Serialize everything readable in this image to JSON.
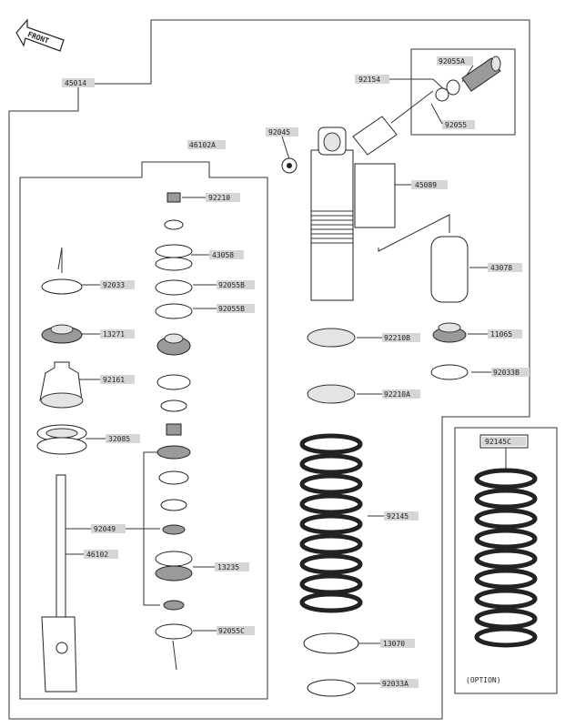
{
  "front_arrow_text": "FRONT",
  "labels": {
    "p45014": "45014",
    "p46102A": "46102A",
    "p92154": "92154",
    "p92055A_top": "92055A",
    "p92055": "92055",
    "p92045": "92045",
    "p45089": "45089",
    "p92210": "92210",
    "p43058": "43058",
    "p92055B_1": "92055B",
    "p92055B_2": "92055B",
    "p92033": "92033",
    "p13271": "13271",
    "p92161": "92161",
    "p32085": "32085",
    "p92049": "92049",
    "p46102": "46102",
    "p13235": "13235",
    "p92055C": "92055C",
    "p43078": "43078",
    "p11065": "11065",
    "p92210B": "92210B",
    "p92033B": "92033B",
    "p92210A": "92210A",
    "p92145": "92145",
    "p13070": "13070",
    "p92033A": "92033A",
    "p92145C": "92145C"
  },
  "option_text": "(OPTION)"
}
